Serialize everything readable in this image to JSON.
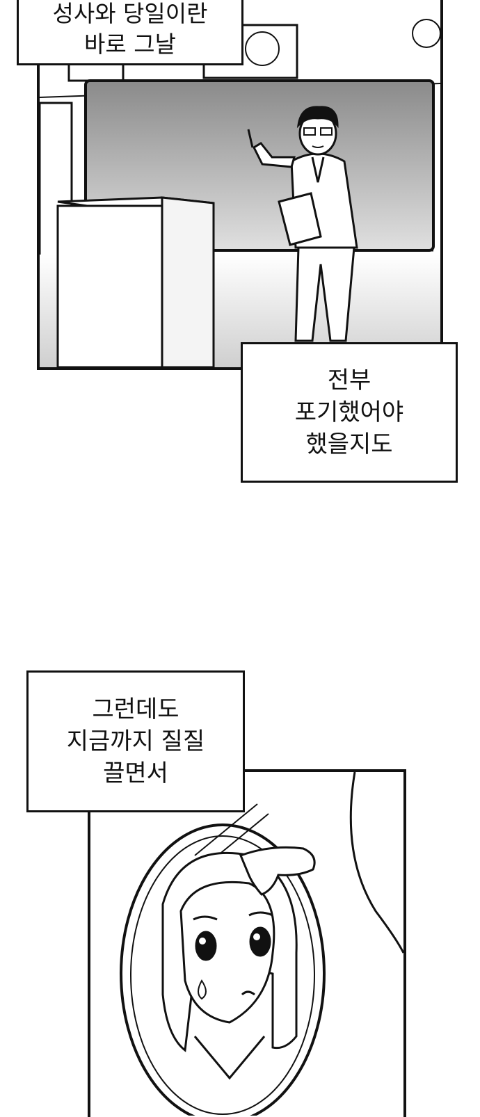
{
  "captions": {
    "top": [
      "성사와 당일이란",
      "바로 그날"
    ],
    "middle": [
      "전부",
      "포기했어야",
      "했을지도"
    ],
    "lower": [
      "그런데도",
      "지금까지 질질",
      "끌면서"
    ]
  },
  "colors": {
    "ink": "#111111",
    "paper": "#ffffff",
    "board_top": "#8a8a8a",
    "board_bottom": "#e0e0e0"
  }
}
